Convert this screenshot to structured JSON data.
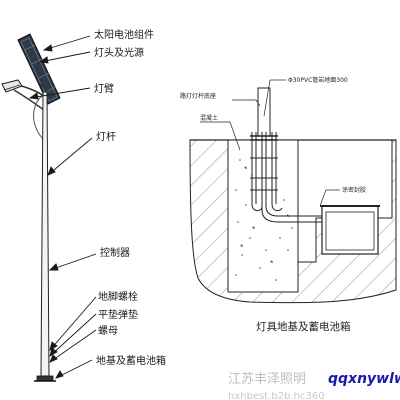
{
  "left_labels": {
    "solar_panel": "太阳电池组件",
    "lamp_head": "灯头及光源",
    "arm": "灯臂",
    "pole": "灯杆",
    "controller": "控制器",
    "anchor_bolt": "地脚螺栓",
    "washer": "平垫弹垫",
    "nut": "螺母",
    "foundation": "地基及蓄电池箱"
  },
  "detail_labels": {
    "pole_base": "路灯灯杆底座",
    "pvc_pipe": "Φ30PVC管岩地面300",
    "concrete": "混凝土",
    "seal": "涂密封胶"
  },
  "caption": "灯具地基及蓄电池箱",
  "watermark": {
    "company": "江苏丰泽照明",
    "url": "hxhbest.b2b.hc360"
  },
  "brand": "qqxnywlw",
  "colors": {
    "line": "#222222",
    "hatch": "#555555",
    "brand": "#1a1aa8",
    "watermark": "#bdbdbd"
  }
}
